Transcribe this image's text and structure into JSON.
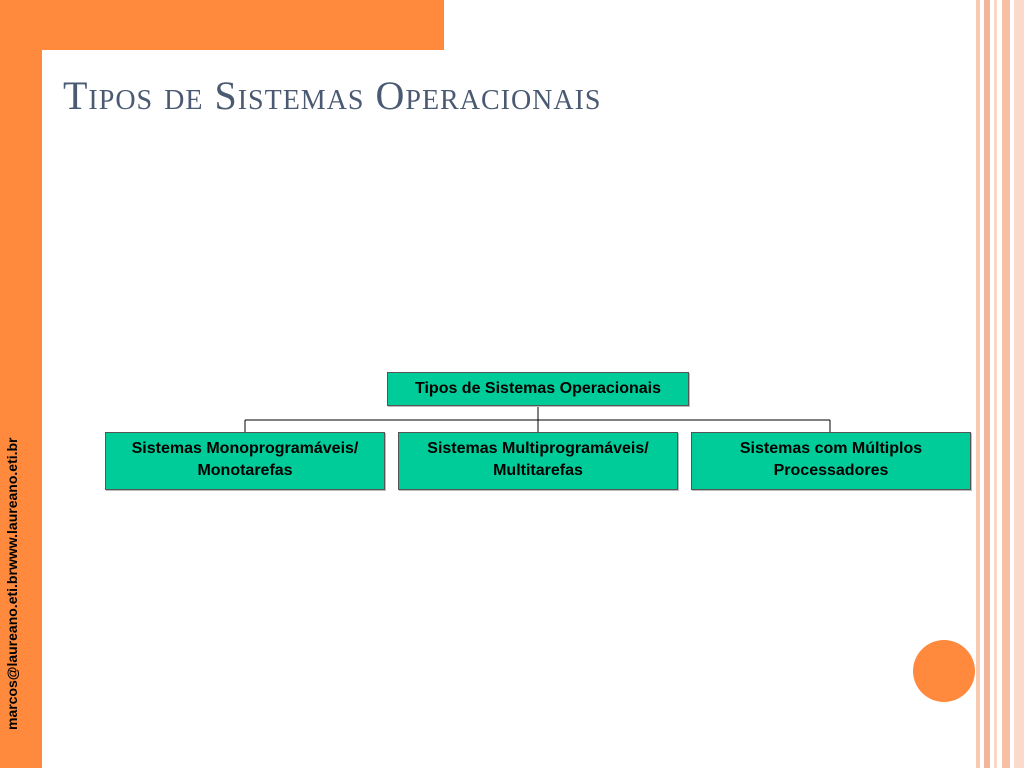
{
  "slide": {
    "title": "Tipos de Sistemas Operacionais",
    "side_email": "marcos@laureano.eti.br",
    "side_website": "www.laureano.eti.br"
  },
  "diagram": {
    "root": "Tipos de Sistemas Operacionais",
    "children": [
      {
        "line1": "Sistemas Monoprogramáveis/",
        "line2": "Monotarefas"
      },
      {
        "line1": "Sistemas Multiprogramáveis/",
        "line2": "Multitarefas"
      },
      {
        "line1": "Sistemas com Múltiplos",
        "line2": "Processadores"
      }
    ]
  },
  "colors": {
    "accent_orange": "#FF8A3D",
    "box_green": "#00CC99",
    "title_color": "#4B5A73"
  }
}
